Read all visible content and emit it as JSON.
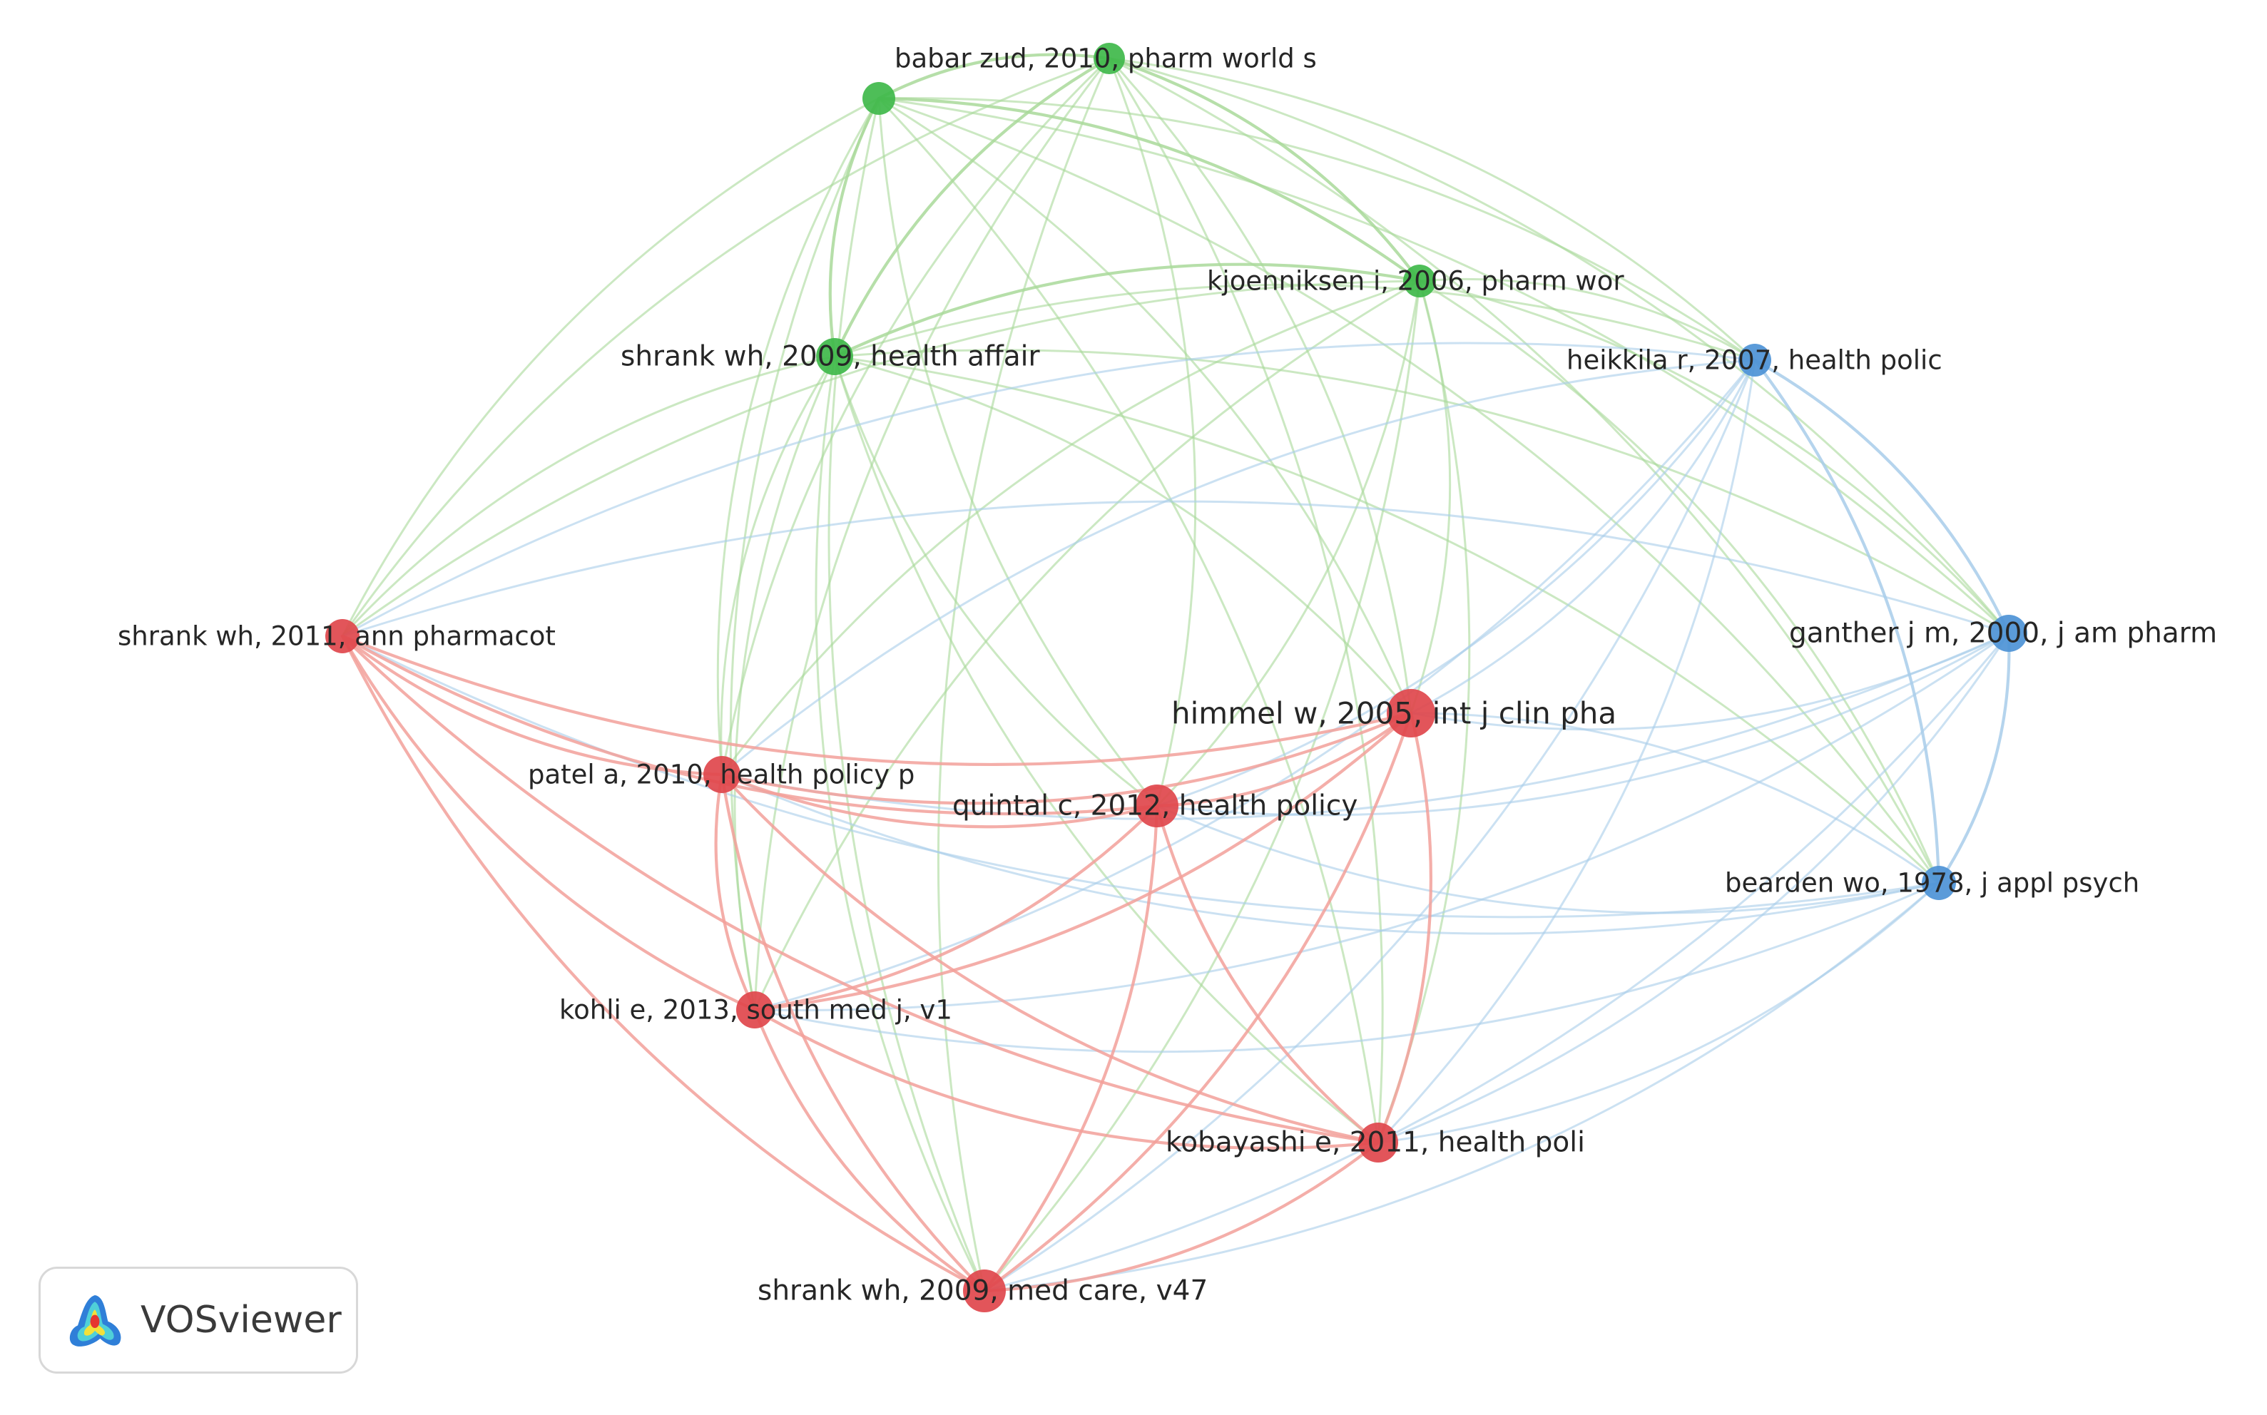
{
  "colors": {
    "cluster_red": "#e0474c",
    "cluster_green": "#3fb94a",
    "cluster_blue": "#4d93d6",
    "edge_red": "#f2a09a",
    "edge_green": "#a9d99a",
    "edge_blue": "#a8cdea"
  },
  "nodes": [
    {
      "id": "babar_zud",
      "label": "babar zud, 2010, pharm world s",
      "cluster": "green"
    },
    {
      "id": "green_unlabeled",
      "label": "",
      "cluster": "green"
    },
    {
      "id": "kjoenniksen",
      "label": "kjoenniksen i, 2006, pharm wor",
      "cluster": "green"
    },
    {
      "id": "shrank_2009_ha",
      "label": "shrank wh, 2009, health affair",
      "cluster": "green"
    },
    {
      "id": "heikkila",
      "label": "heikkila r, 2007, health polic",
      "cluster": "blue"
    },
    {
      "id": "ganther",
      "label": "ganther j m, 2000, j am pharm",
      "cluster": "blue"
    },
    {
      "id": "bearden",
      "label": "bearden wo, 1978, j appl psych",
      "cluster": "blue"
    },
    {
      "id": "shrank_2011",
      "label": "shrank wh, 2011, ann pharmacot",
      "cluster": "red"
    },
    {
      "id": "himmel",
      "label": "himmel w, 2005, int j clin pha",
      "cluster": "red"
    },
    {
      "id": "patel",
      "label": "patel a, 2010, health policy p",
      "cluster": "red"
    },
    {
      "id": "quintal",
      "label": "quintal c, 2012, health policy",
      "cluster": "red"
    },
    {
      "id": "kohli",
      "label": "kohli e, 2013, south med j, v1",
      "cluster": "red"
    },
    {
      "id": "kobayashi",
      "label": "kobayashi e, 2011, health poli",
      "cluster": "red"
    },
    {
      "id": "shrank_2009_mc",
      "label": "shrank wh, 2009, med care, v47",
      "cluster": "red"
    }
  ],
  "brand": {
    "name": "VOSviewer"
  }
}
